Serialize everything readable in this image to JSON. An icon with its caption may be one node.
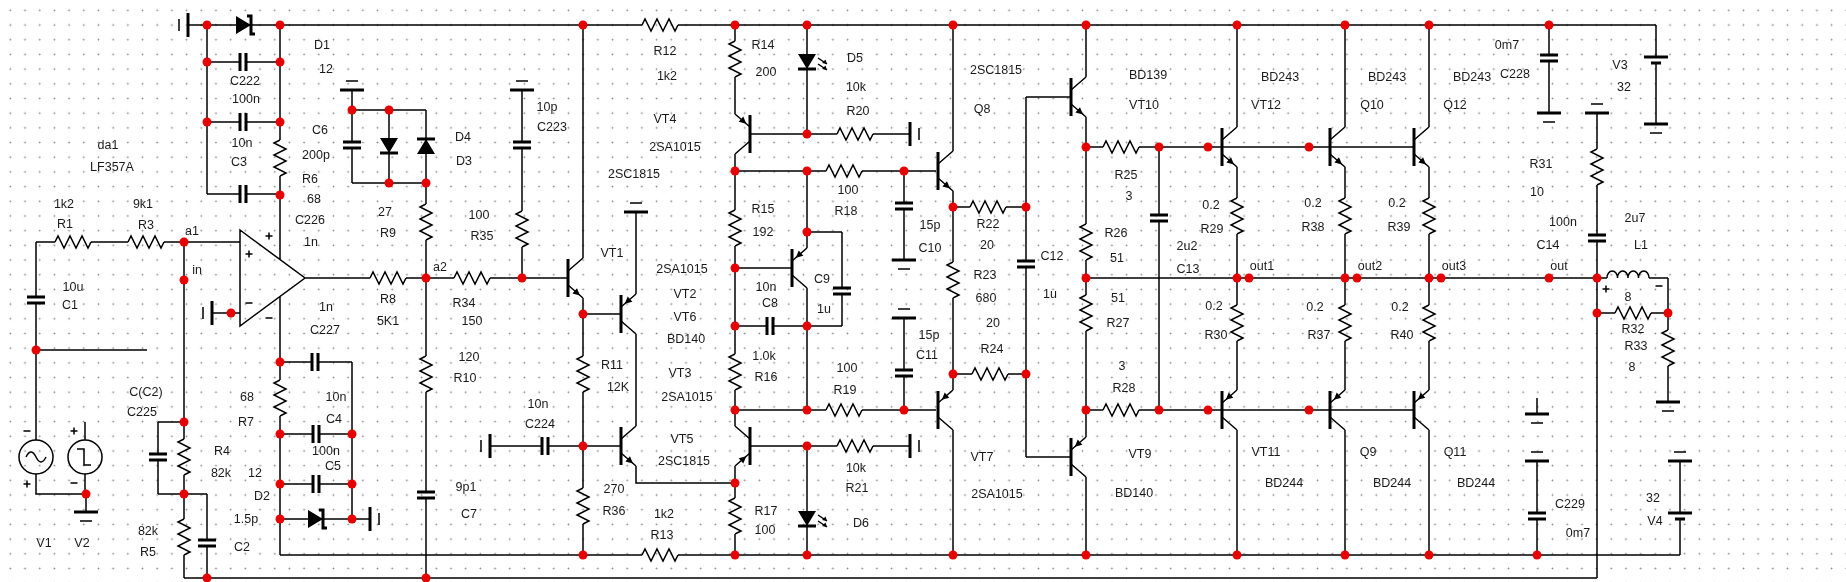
{
  "diagram": {
    "labels": [
      "D1",
      "12",
      "C222",
      "100n",
      "C6",
      "10n",
      "C3",
      "200p",
      "R6",
      "68",
      "C226",
      "1n",
      "da1",
      "LF357A",
      "1k2",
      "R1",
      "9k1",
      "R3",
      "a1",
      "in",
      "10u",
      "C1",
      "D4",
      "D3",
      "10p",
      "C223",
      "27",
      "R9",
      "100",
      "R35",
      "a2",
      "R8",
      "5K1",
      "R34",
      "150",
      "1n",
      "C227",
      "120",
      "R10",
      "C(C2)",
      "C225",
      "68",
      "R7",
      "10n",
      "C4",
      "100n",
      "C5",
      "R4",
      "82k",
      "12",
      "D2",
      "1.5p",
      "82k",
      "R5",
      "C2",
      "V1",
      "V2",
      "10n",
      "C224",
      "9p1",
      "C7",
      "R12",
      "1k2",
      "R14",
      "200",
      "D5",
      "10k",
      "R20",
      "2SC1815",
      "Q8",
      "BD139",
      "VT10",
      "VT4",
      "2SA1015",
      "2SC1815",
      "100",
      "R15",
      "R18",
      "192",
      "15p",
      "C10",
      "R22",
      "20",
      "R25",
      "3",
      "R26",
      "51",
      "0.2",
      "R29",
      "2u2",
      "C13",
      "C12",
      "1u",
      "R23",
      "680",
      "VT1",
      "2SA1015",
      "VT2",
      "10n",
      "C9",
      "C8",
      "1u",
      "VT6",
      "BD140",
      "1.0k",
      "R16",
      "VT3",
      "2SA1015",
      "R11",
      "12K",
      "100",
      "R19",
      "15p",
      "C11",
      "20",
      "R24",
      "51",
      "R27",
      "3",
      "R28",
      "VT5",
      "2SC1815",
      "10k",
      "R21",
      "VT7",
      "2SA1015",
      "VT9",
      "BD140",
      "270",
      "R36",
      "1k2",
      "R13",
      "R17",
      "100",
      "D6",
      "0.2",
      "R30",
      "BD243",
      "VT12",
      "BD243",
      "Q10",
      "BD243",
      "Q12",
      "0m7",
      "C228",
      "V3",
      "32",
      "R31",
      "10",
      "100n",
      "C14",
      "2u7",
      "L1",
      "0.2",
      "R38",
      "0.2",
      "R39",
      "out1",
      "out2",
      "out3",
      "out",
      "8",
      "R32",
      "R33",
      "8",
      "0.2",
      "R37",
      "0.2",
      "R40",
      "VT11",
      "BD244",
      "Q9",
      "BD244",
      "Q11",
      "BD244",
      "C229",
      "0m7",
      "32",
      "V4"
    ]
  }
}
